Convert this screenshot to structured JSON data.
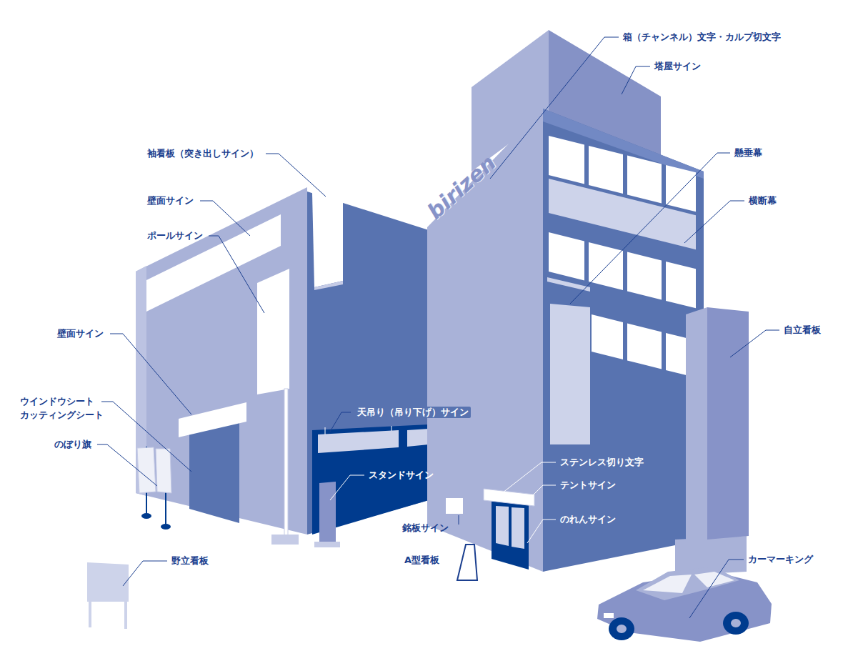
{
  "diagram": {
    "labels": [
      "箱（チャンネル）文字・カルプ切文字",
      "塔屋サイン",
      "袖看板（突き出しサイン）",
      "懸垂幕",
      "壁面サイン",
      "横断幕",
      "ポールサイン",
      "自立看板",
      "壁面サイン",
      "ウインドウシート カッティングシート",
      "天吊り（吊り下げ）サイン",
      "のぼり旗",
      "スタンドサイン",
      "ステンレス切り文字",
      "テントサイン",
      "のれんサイン",
      "銘板サイン",
      "A型看板",
      "野立看板",
      "カーマーキング",
      "birizen"
    ]
  }
}
